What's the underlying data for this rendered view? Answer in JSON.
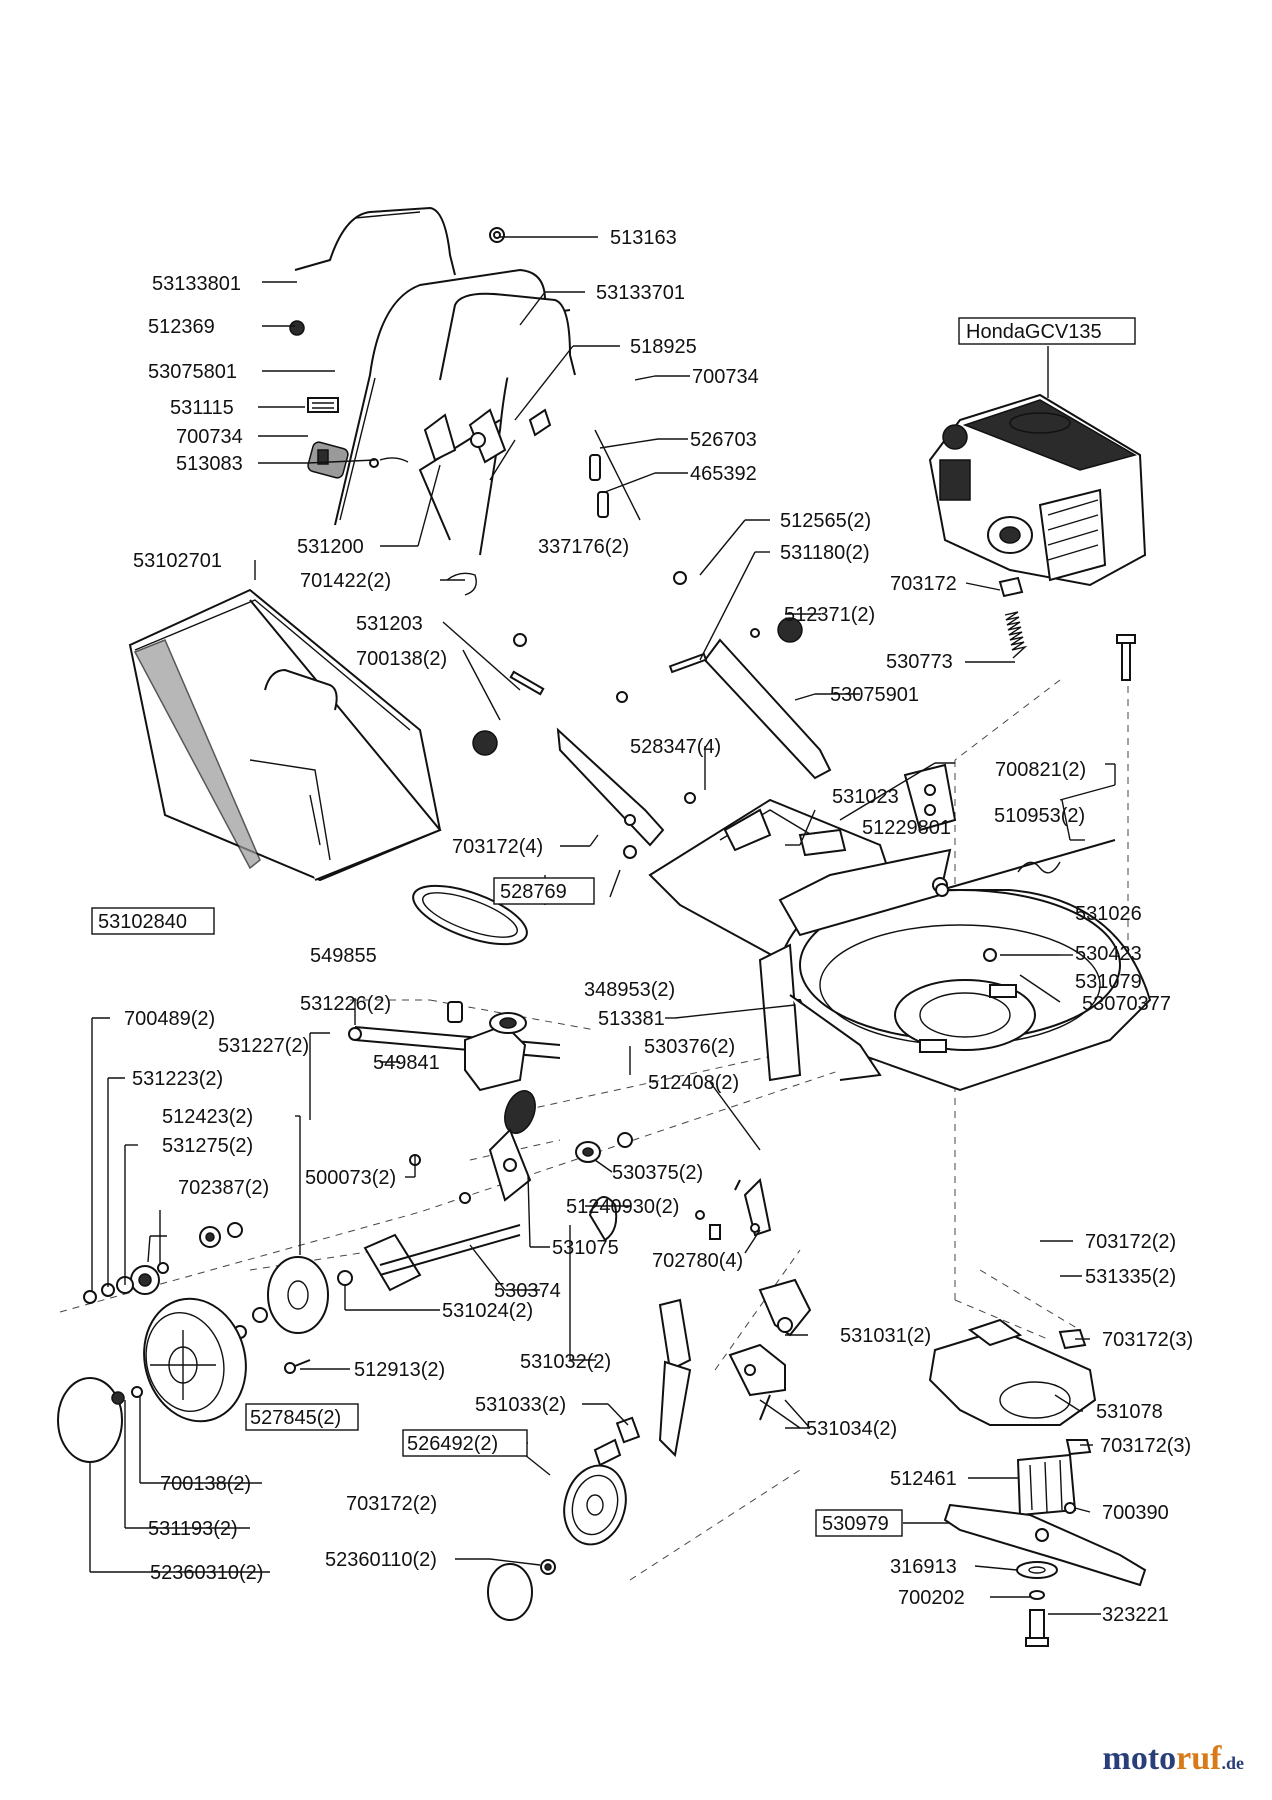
{
  "labels": {
    "l513163": "513163",
    "l53133801": "53133801",
    "l53133701": "53133701",
    "l512369": "512369",
    "l53075801": "53075801",
    "l518925": "518925",
    "l531115": "531115",
    "l700734a": "700734",
    "l700734b": "700734",
    "l526703": "526703",
    "l513083": "513083",
    "l465392": "465392",
    "l531200": "531200",
    "l337176": "337176(2)",
    "l701422": "701422(2)",
    "l53102701": "53102701",
    "l512565": "512565(2)",
    "l531180": "531180(2)",
    "l703172a": "703172",
    "l512371": "512371(2)",
    "l531203": "531203",
    "l700138a": "700138(2)",
    "l530773": "530773",
    "l53075901": "53075901",
    "l528347": "528347(4)",
    "l700821": "700821(2)",
    "l531023": "531023",
    "l51229801": "51229801",
    "l510953": "510953(2)",
    "l703172b": "703172(4)",
    "l531026": "531026",
    "l53102840": "53102840",
    "l528769": "528769",
    "l530423": "530423",
    "l549855": "549855",
    "l348953": "348953(2)",
    "l531079": "531079",
    "l513381": "513381",
    "l53070377": "53070377",
    "l700489": "700489(2)",
    "l531226": "531226(2)",
    "l531227": "531227(2)",
    "l549841": "549841",
    "l530376": "530376(2)",
    "l531223": "531223(2)",
    "l512408": "512408(2)",
    "l512423": "512423(2)",
    "l531275": "531275(2)",
    "l530375": "530375(2)",
    "l500073": "500073(2)",
    "l51240930": "51240930(2)",
    "l702387": "702387(2)",
    "l531075": "531075",
    "l702780": "702780(4)",
    "l703172c": "703172(2)",
    "l530374": "530374",
    "l531335": "531335(2)",
    "l531024": "531024(2)",
    "l531031": "531031(2)",
    "l703172d": "703172(3)",
    "l512913": "512913(2)",
    "l531032": "531032(2)",
    "l531078": "531078",
    "l527845": "527845(2)",
    "l531033": "531033(2)",
    "l531034": "531034(2)",
    "l526492": "526492(2)",
    "l703172e": "703172(3)",
    "l700138b": "700138(2)",
    "l512461": "512461",
    "l703172f": "703172(2)",
    "l700390": "700390",
    "l530979": "530979",
    "l531193": "531193(2)",
    "l316913": "316913",
    "l52360110": "52360110(2)",
    "l700202": "700202",
    "l323221": "323221",
    "l52360310": "52360310(2)",
    "engine": "HondaGCV135"
  },
  "brand": {
    "part1": "moto",
    "part2": "ruf",
    "part3": ".de"
  }
}
